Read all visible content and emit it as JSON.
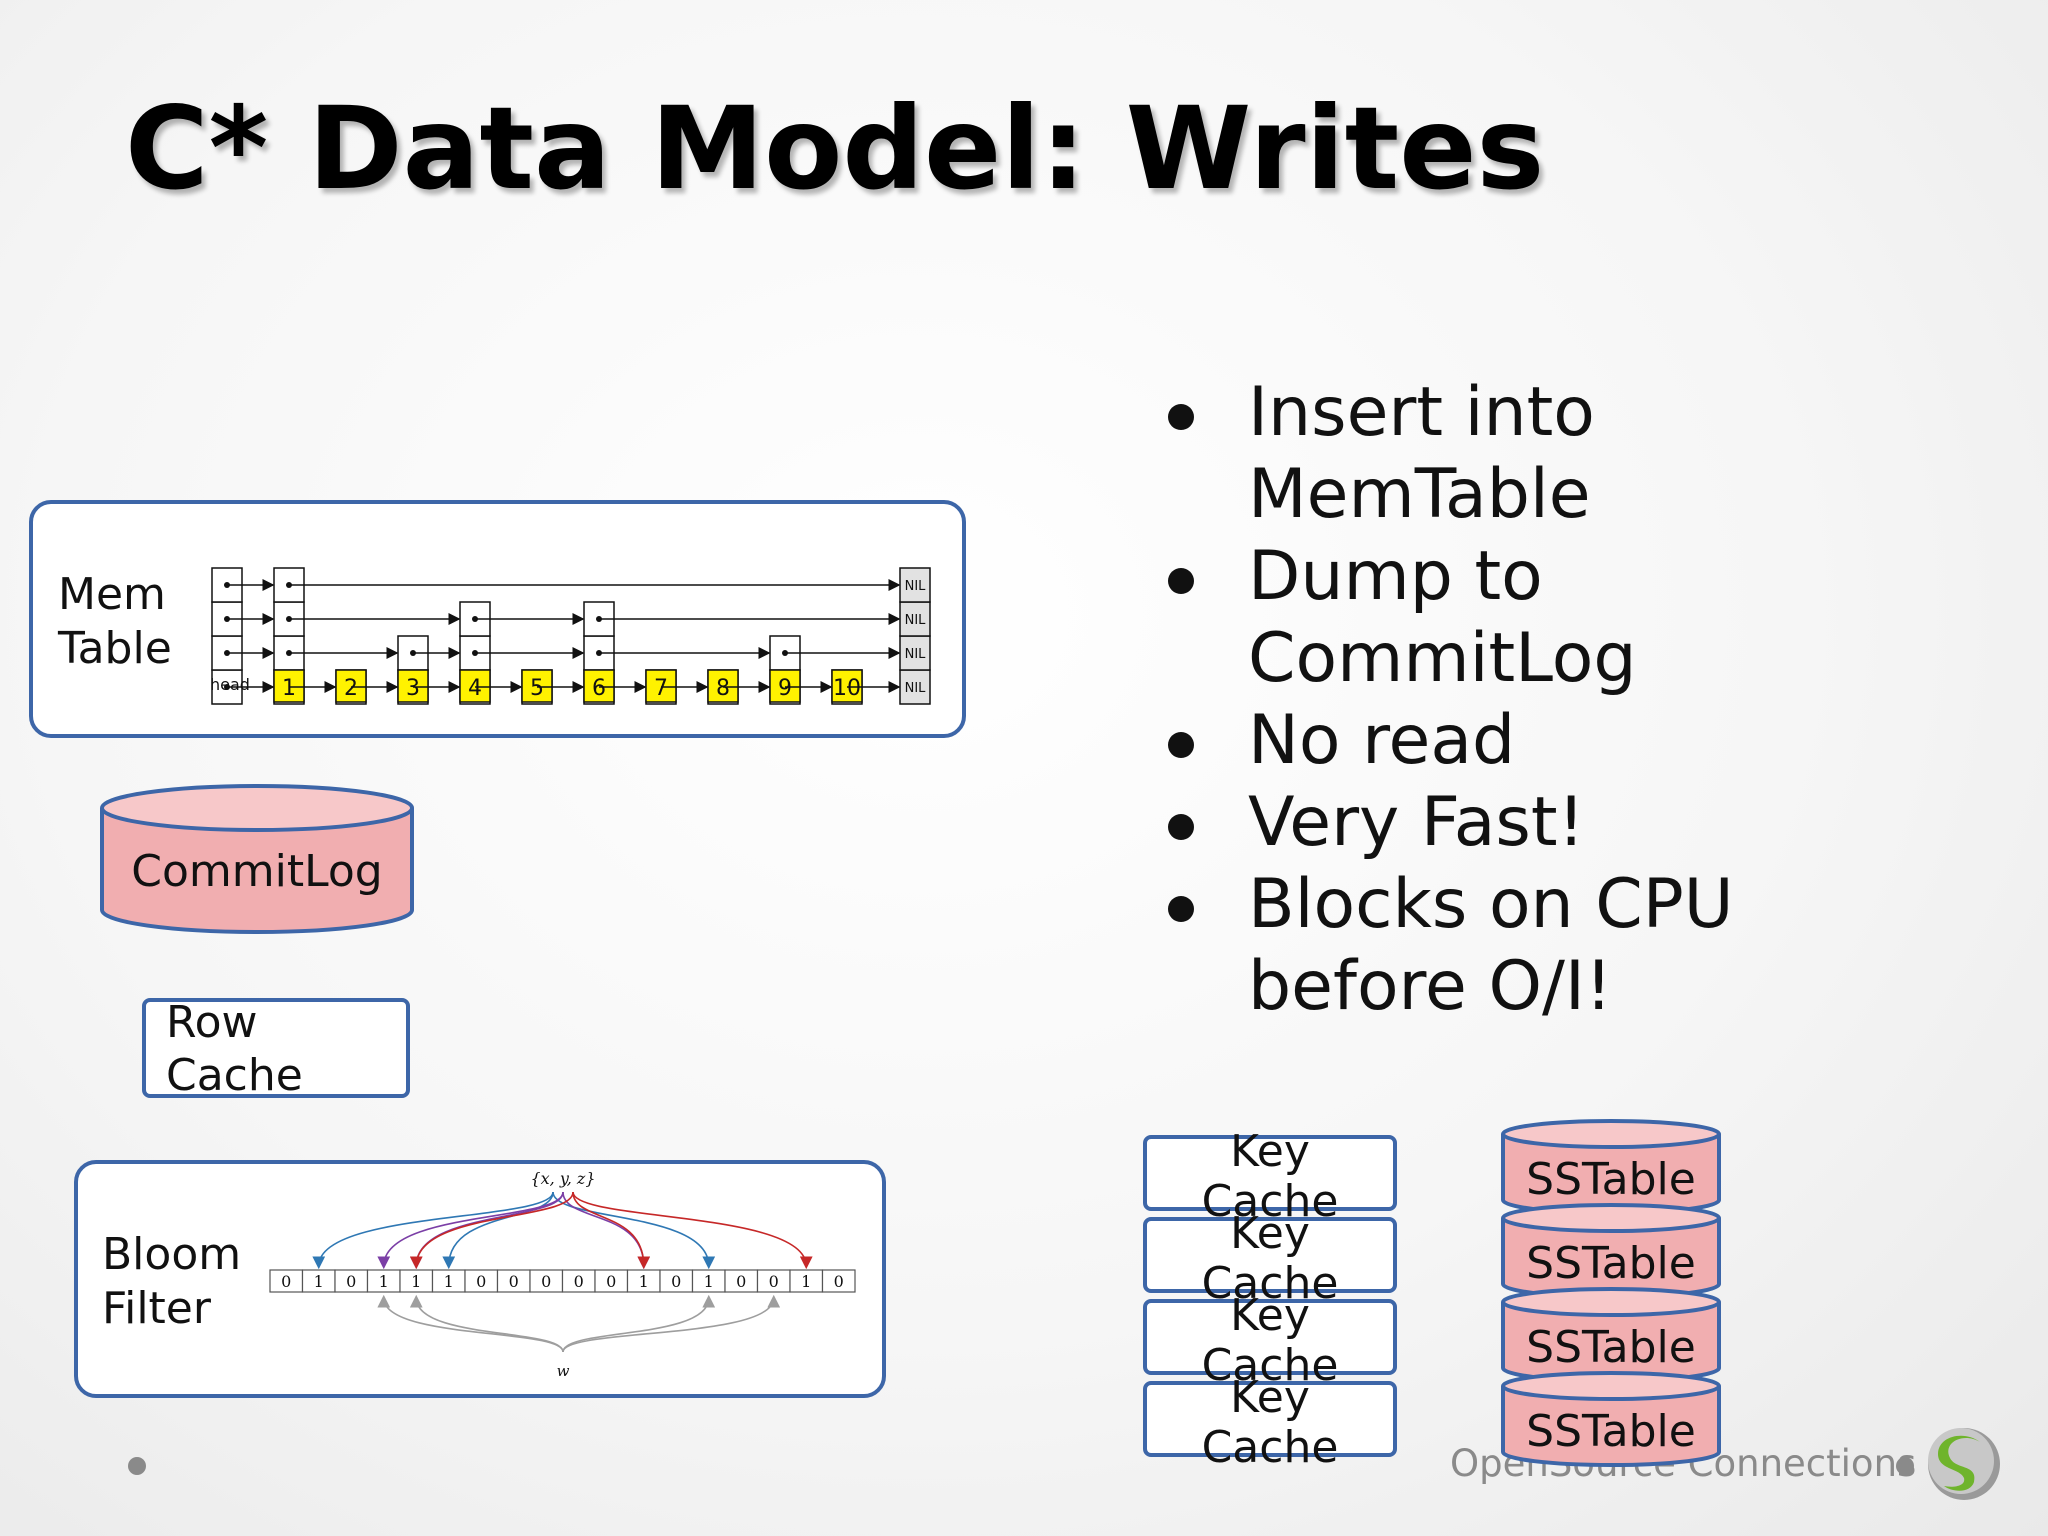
{
  "slide": {
    "title": "C* Data Model: Writes",
    "bullets": [
      "Insert into\nMemTable",
      "Dump to\nCommitLog",
      "No read",
      "Very Fast!",
      "Blocks on CPU\nbefore O/I!"
    ]
  },
  "memtable": {
    "label_line1": "Mem",
    "label_line2": "Table",
    "head_label": "head",
    "nil_label": "NIL",
    "nodes": [
      "1",
      "2",
      "3",
      "4",
      "5",
      "6",
      "7",
      "8",
      "9",
      "10"
    ],
    "node_levels": [
      4,
      1,
      2,
      3,
      1,
      3,
      1,
      1,
      2,
      1
    ]
  },
  "commitlog": {
    "label": "CommitLog"
  },
  "row_cache": {
    "label_line1": "Row",
    "label_line2": "Cache"
  },
  "bloom_filter": {
    "label_line1": "Bloom",
    "label_line2": "Filter",
    "set_label": "{x, y, z}",
    "w_label": "w",
    "bits": [
      "0",
      "1",
      "0",
      "1",
      "1",
      "1",
      "0",
      "0",
      "0",
      "0",
      "0",
      "1",
      "0",
      "1",
      "0",
      "0",
      "1",
      "0"
    ]
  },
  "key_caches": [
    {
      "line1": "Key",
      "line2": "Cache"
    },
    {
      "line1": "Key",
      "line2": "Cache"
    },
    {
      "line1": "Key",
      "line2": "Cache"
    },
    {
      "line1": "Key",
      "line2": "Cache"
    }
  ],
  "sstables": [
    "SSTable",
    "SSTable",
    "SSTable",
    "SSTable"
  ],
  "footer": {
    "brand": "OpenSource Connections"
  },
  "colors": {
    "panel_border": "#3d66a8",
    "cylinder_fill": "#f1aeb0",
    "cylinder_stroke": "#3d66a8",
    "node_yellow": "#fff200",
    "arrow_blue": "#2f78b4",
    "arrow_purple": "#7b3fa6",
    "arrow_red": "#c62828",
    "arrow_gray": "#9e9e9e"
  }
}
